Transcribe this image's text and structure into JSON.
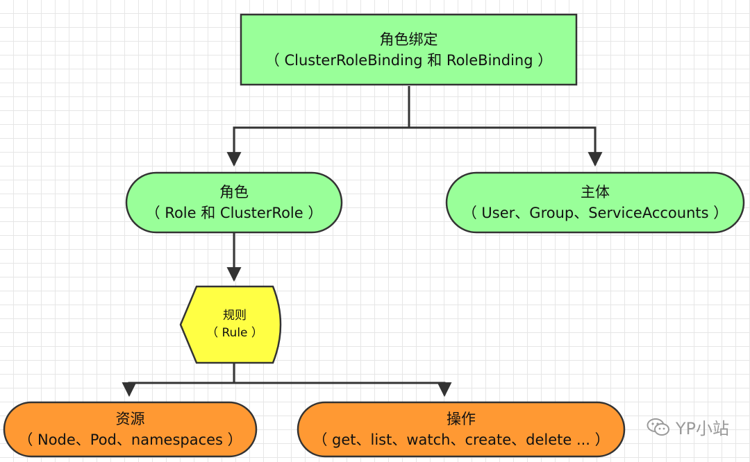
{
  "nodes": {
    "binding": {
      "title": "角色绑定",
      "subtitle": "（ ClusterRoleBinding 和 RoleBinding ）",
      "fill": "#99ff99"
    },
    "role": {
      "title": "角色",
      "subtitle": "（ Role 和 ClusterRole ）",
      "fill": "#99ff99"
    },
    "subject": {
      "title": "主体",
      "subtitle": "（ User、Group、ServiceAccounts ）",
      "fill": "#99ff99"
    },
    "rule": {
      "title": "规则",
      "subtitle": "（ Rule ）",
      "fill": "#ffff44"
    },
    "resource": {
      "title": "资源",
      "subtitle": "（ Node、Pod、namespaces ）",
      "fill": "#ff9933"
    },
    "operation": {
      "title": "操作",
      "subtitle": "（ get、list、watch、create、delete ... ）",
      "fill": "#ff9933"
    }
  },
  "edges": [
    {
      "from": "binding",
      "to": "role"
    },
    {
      "from": "binding",
      "to": "subject"
    },
    {
      "from": "role",
      "to": "rule"
    },
    {
      "from": "rule",
      "to": "resource"
    },
    {
      "from": "rule",
      "to": "operation"
    }
  ],
  "watermark": {
    "icon": "wechat-icon",
    "text": "YP小站"
  }
}
